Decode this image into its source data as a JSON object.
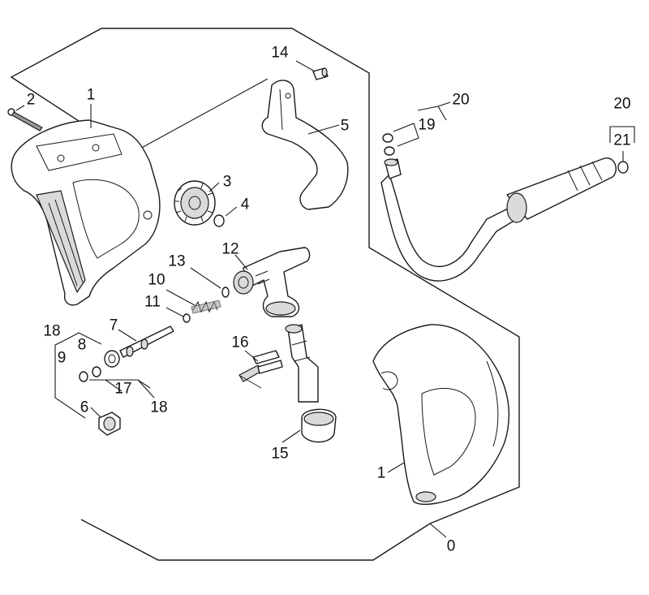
{
  "callouts": {
    "c1a": "1",
    "c2": "2",
    "c3": "3",
    "c4": "4",
    "c5": "5",
    "c6": "6",
    "c7": "7",
    "c8": "8",
    "c9": "9",
    "c10": "10",
    "c11": "11",
    "c12": "12",
    "c13": "13",
    "c14": "14",
    "c15": "15",
    "c16": "16",
    "c17": "17",
    "c18a": "18",
    "c18b": "18",
    "c19": "19",
    "c20a": "20",
    "c20b": "20",
    "c21": "21",
    "c1b": "1",
    "c0": "0"
  },
  "colors": {
    "ink": "#1a1a1a",
    "paper": "#ffffff",
    "shade": "#dadada"
  }
}
